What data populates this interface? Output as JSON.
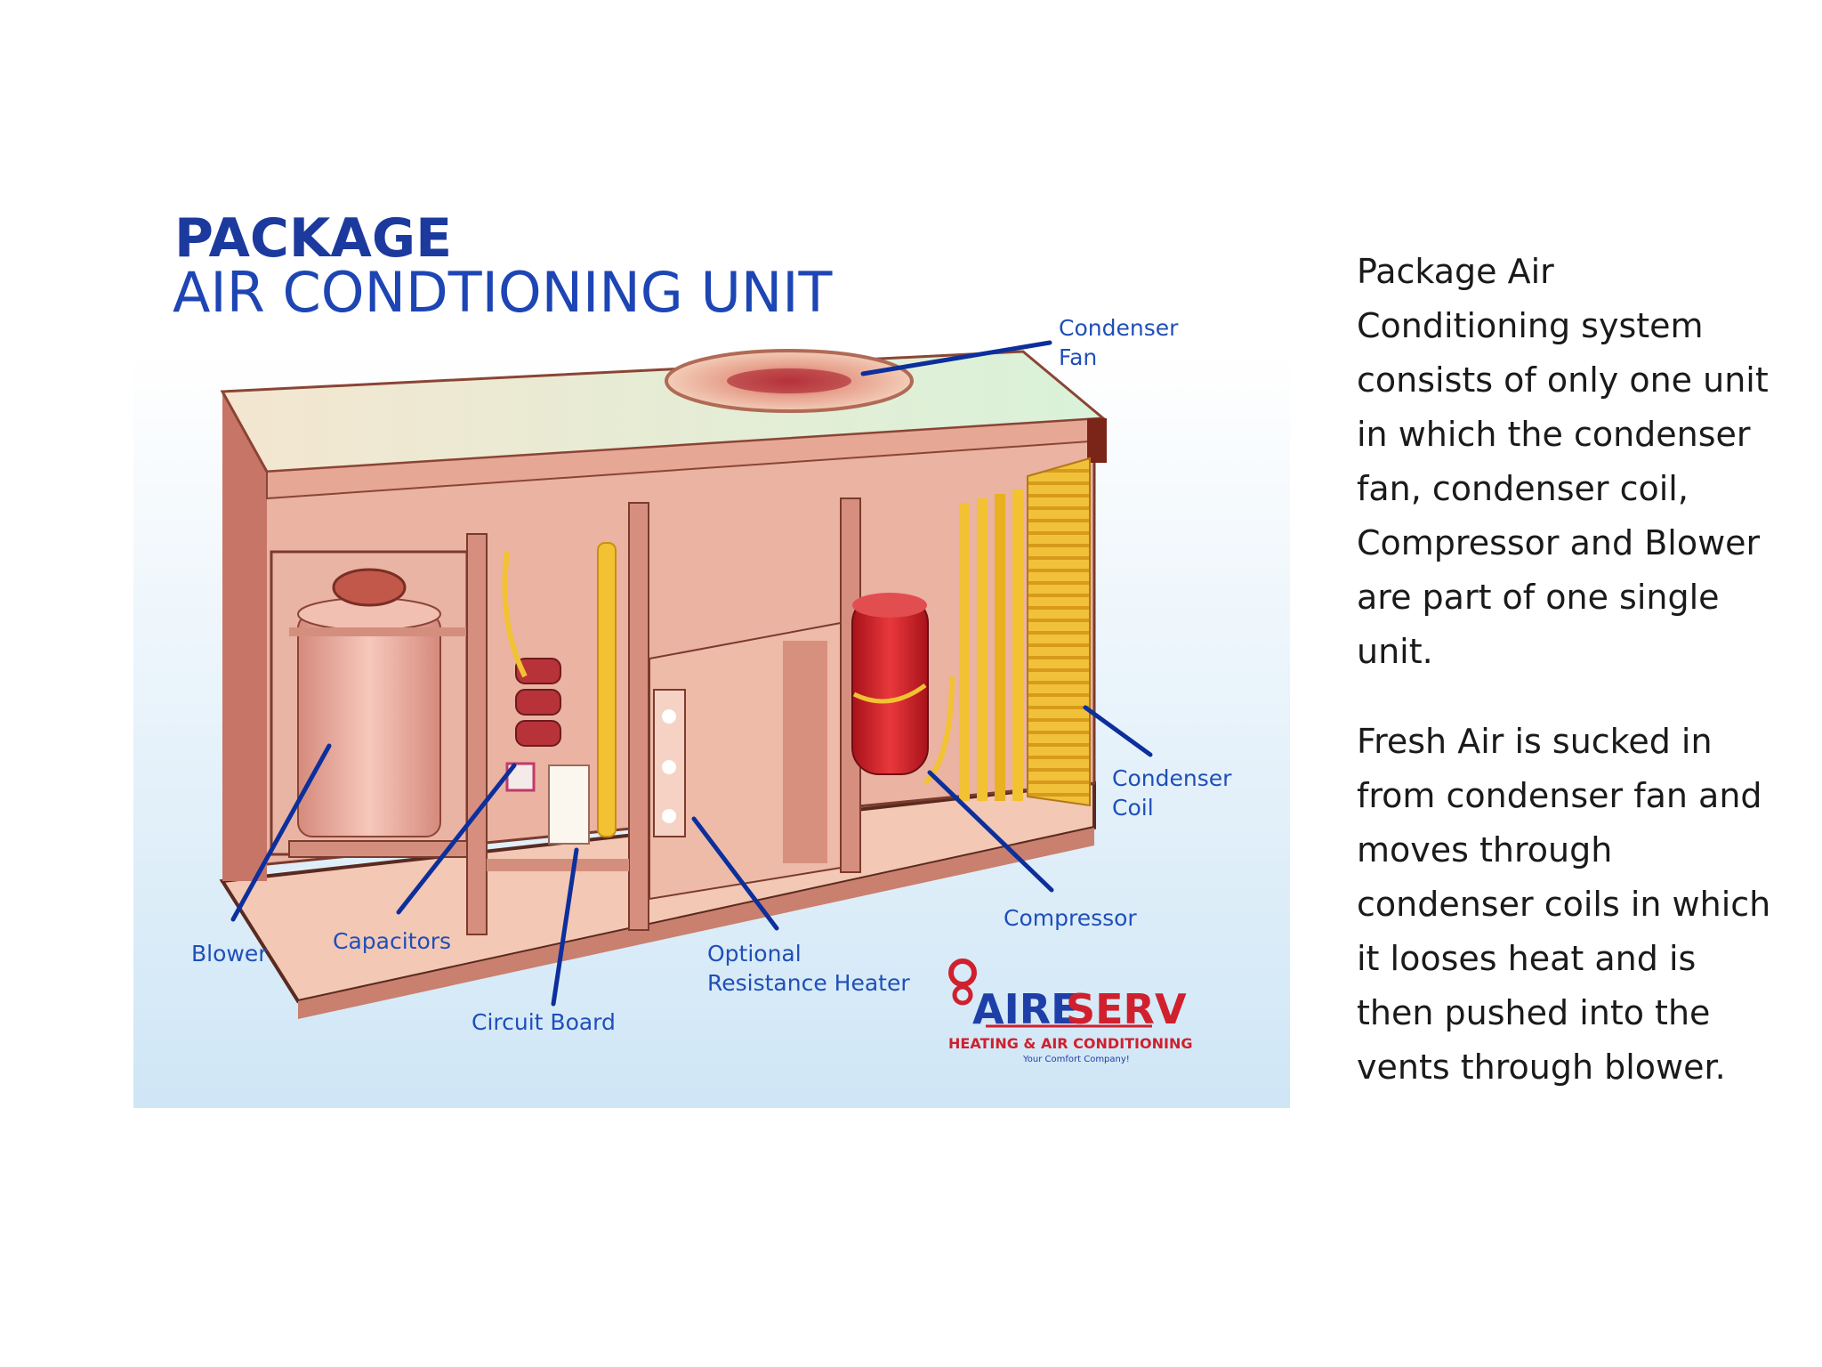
{
  "title": {
    "line1": "PACKAGE",
    "line2": "AIR CONDTIONING UNIT"
  },
  "callouts": {
    "condenser_fan": [
      "Condenser",
      "Fan"
    ],
    "condenser_coil": [
      "Condenser",
      "Coil"
    ],
    "compressor": "Compressor",
    "blower": "Blower",
    "capacitors": "Capacitors",
    "circuit_board": "Circuit Board",
    "optional_heater": [
      "Optional",
      "Resistance Heater"
    ]
  },
  "logo": {
    "brand_part1": "AIRE",
    "brand_part2": "SERV",
    "tagline": "HEATING & AIR CONDITIONING",
    "slogan": "Your Comfort Company!"
  },
  "description": {
    "paragraph1": "Package Air Conditioning system consists of only one unit in which the condenser fan, condenser coil, Compressor and Blower are part of one single unit.",
    "paragraph2": "Fresh Air is sucked in from condenser fan and moves through condenser coils in which it looses heat and is then pushed into the vents through blower."
  },
  "colors": {
    "label_blue": "#1f4fb8",
    "title_blue": "#1c3a9e",
    "unit_pink": "#e8a99a",
    "coil_yellow": "#f2c232",
    "compressor_red": "#d42a2e"
  }
}
